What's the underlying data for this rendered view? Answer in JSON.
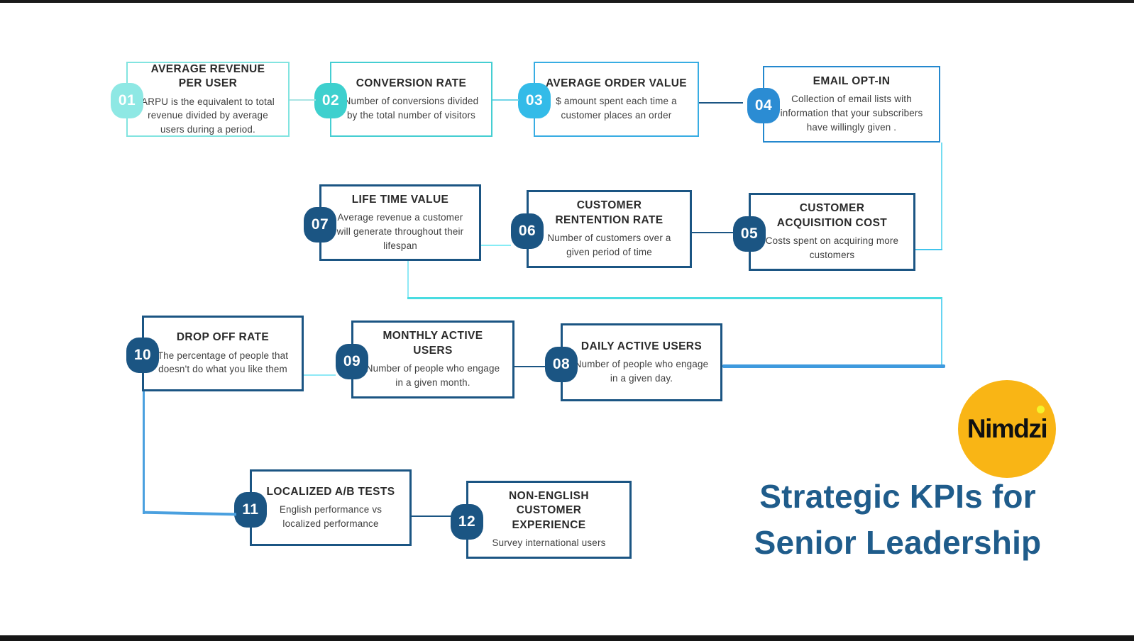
{
  "page": {
    "background": "#ffffff",
    "top_bar_color": "#1b1b1b",
    "bottom_bar_color": "#161616"
  },
  "title": {
    "line1": "Strategic KPIs for",
    "line2": "Senior Leadership",
    "color": "#1f5c8b"
  },
  "logo": {
    "text": "Nimdzi",
    "background": "#f9b515",
    "text_color": "#111111",
    "i_dot_color": "#f6f32b"
  },
  "palette": {
    "teal_light": "#8ee8e4",
    "teal": "#3ed0ce",
    "sky_blue": "#33bbe8",
    "blue": "#2b8cd3",
    "navy": "#1b5583",
    "connector_turquoise": "#49dce1",
    "connector_light_cyan": "#8ee9f6",
    "connector_thick_blue": "#3e9ade"
  },
  "kpis": [
    {
      "num": "01",
      "title": "AVERAGE REVENUE PER USER",
      "desc": "ARPU is the equivalent to total revenue divided by average users during a period.",
      "accent": "#8ee8e4"
    },
    {
      "num": "02",
      "title": "CONVERSION RATE",
      "desc": "Number of conversions divided by the total number of visitors",
      "accent": "#3ed0ce"
    },
    {
      "num": "03",
      "title": "AVERAGE ORDER VALUE",
      "desc": "$ amount spent each time a customer places an order",
      "accent": "#33bbe8"
    },
    {
      "num": "04",
      "title": "EMAIL OPT-IN",
      "desc": "Collection of email lists with information that your subscribers have willingly given .",
      "accent": "#2b8cd3"
    },
    {
      "num": "05",
      "title": "CUSTOMER ACQUISITION COST",
      "desc": "Costs spent on acquiring more customers",
      "accent": "#1b5583"
    },
    {
      "num": "06",
      "title": "CUSTOMER RENTENTION RATE",
      "desc": "Number of customers  over a given period of time",
      "accent": "#1b5583"
    },
    {
      "num": "07",
      "title": "LIFE TIME VALUE",
      "desc": "Average revenue  a customer will generate throughout their lifespan",
      "accent": "#1b5583"
    },
    {
      "num": "08",
      "title": "DAILY ACTIVE USERS",
      "desc": "Number of people who engage in a given day.",
      "accent": "#1b5583"
    },
    {
      "num": "09",
      "title": "MONTHLY ACTIVE USERS",
      "desc": "Number of people who engage in a given month.",
      "accent": "#1b5583"
    },
    {
      "num": "10",
      "title": "DROP OFF RATE",
      "desc": "The percentage of people that doesn't do what you like them",
      "accent": "#1b5583"
    },
    {
      "num": "11",
      "title": "LOCALIZED A/B TESTS",
      "desc": "English performance vs localized performance",
      "accent": "#1b5583"
    },
    {
      "num": "12",
      "title": "NON-ENGLISH CUSTOMER EXPERIENCE",
      "desc": "Survey international users",
      "accent": "#1b5583"
    }
  ]
}
